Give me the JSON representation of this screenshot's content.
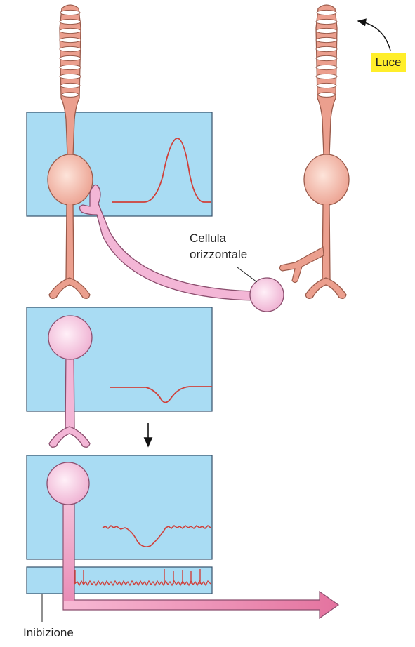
{
  "labels": {
    "light": "Luce",
    "horizontal_cell_line1": "Cellula",
    "horizontal_cell_line2": "orizzontale",
    "inhibition": "Inibizione"
  },
  "colors": {
    "box_fill": "#a9dcf3",
    "box_stroke": "#35506a",
    "photoreceptor": "#eb9f8e",
    "photoreceptor_stroke": "#9a5a4a",
    "horizontal_cell": "#f3b6d6",
    "horizontal_cell_stroke": "#8a4d6d",
    "trace": "#d0403a",
    "light_label_bg": "#ffee2a",
    "output_arrow_start": "#f7b9d4",
    "output_arrow_end": "#e4739f"
  },
  "icons": {
    "light_arrow": "curved-arrow-icon",
    "signal_arrow": "down-arrow-icon"
  }
}
